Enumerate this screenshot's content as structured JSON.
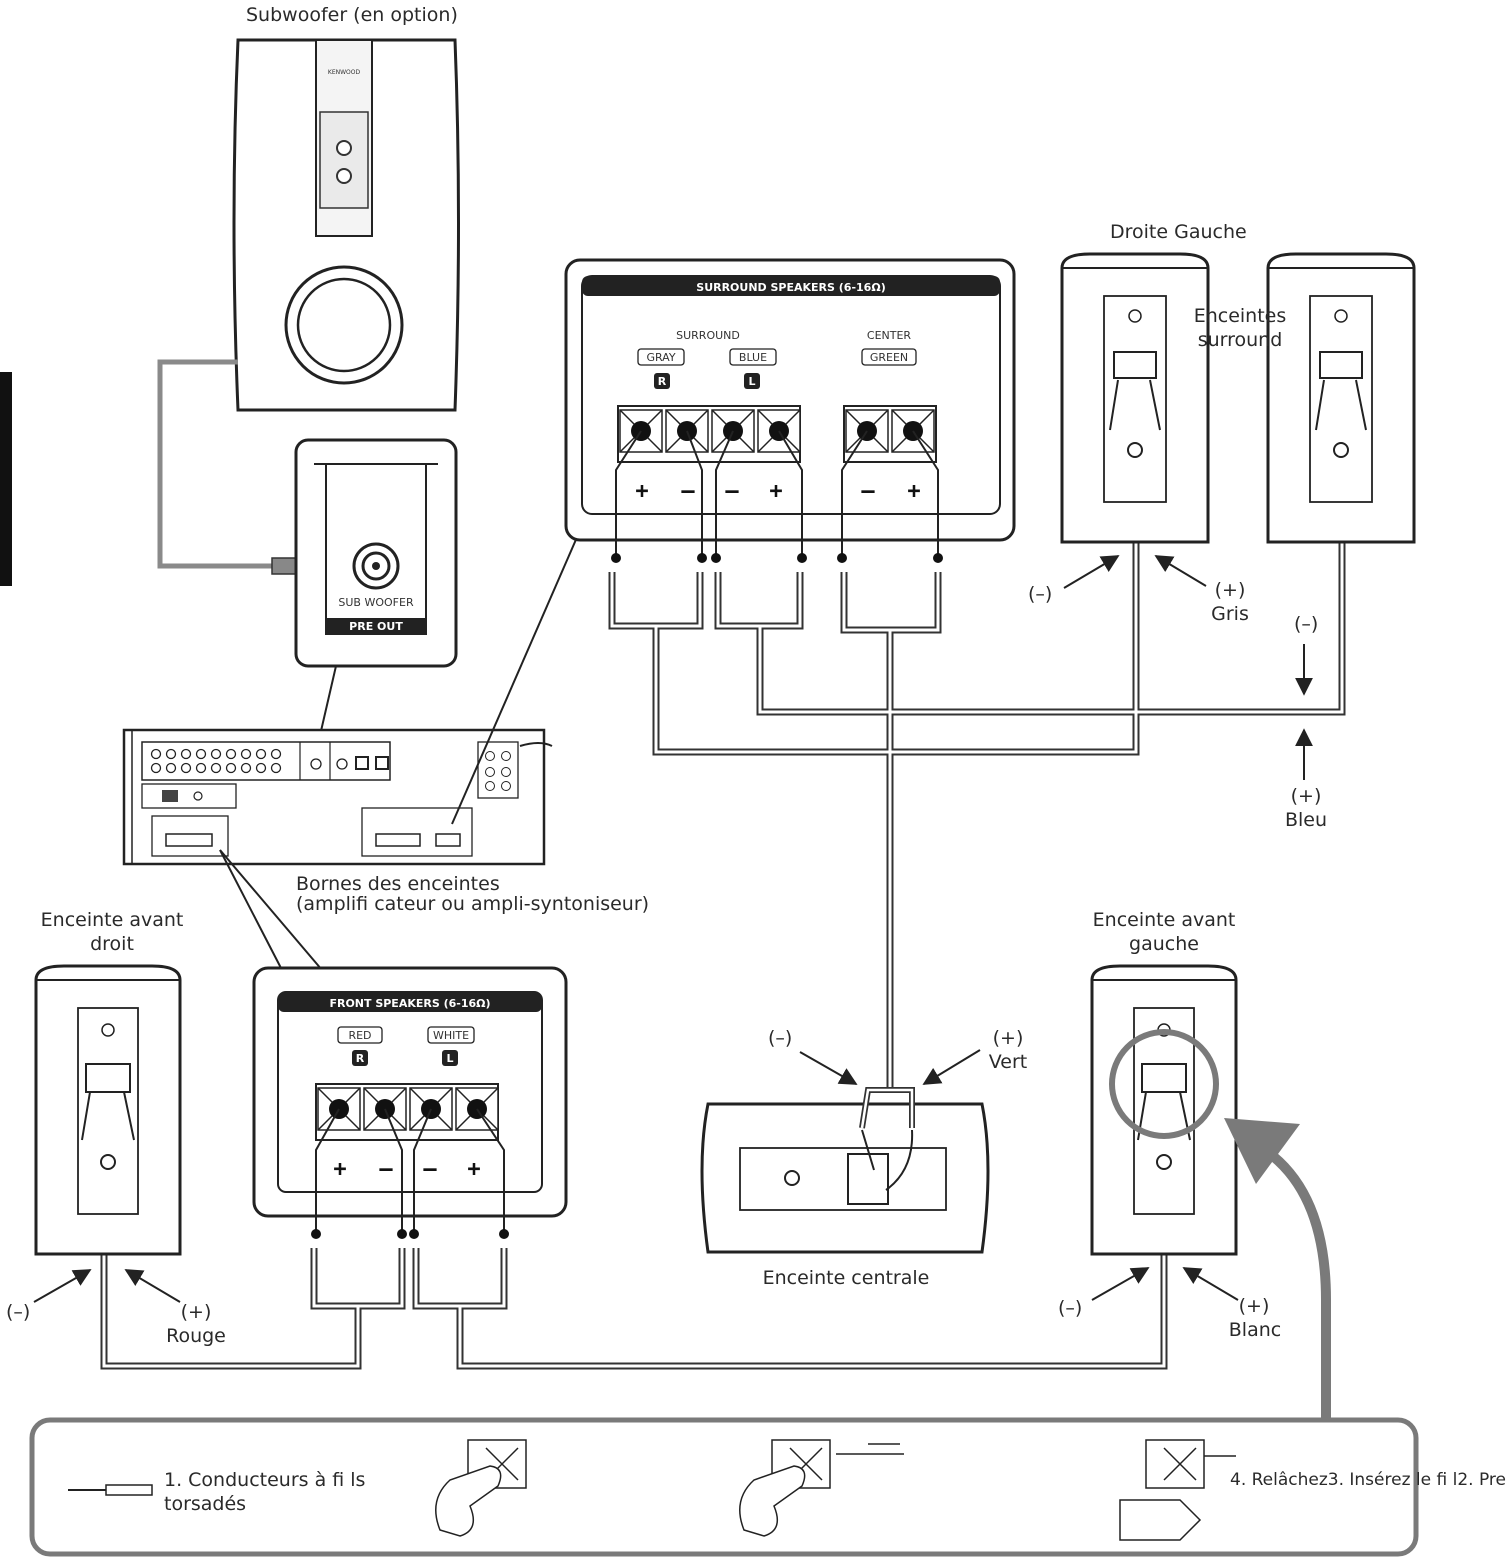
{
  "labels": {
    "subwoofer": "Subwoofer (en option)",
    "droite_gauche": "Droite Gauche",
    "surround_speakers": "Enceintes\nsurround",
    "minus": "(–)",
    "plus": "(+)",
    "gris": "Gris",
    "bleu": "Bleu",
    "rouge": "Rouge",
    "vert": "Vert",
    "blanc": "Blanc",
    "terminals_title": "Bornes des enceintes",
    "terminals_sub": "(amplifi cateur ou ampli-syntoniseur)",
    "front_right": "Enceinte avant\ndroit",
    "front_left": "Enceinte avant\ngauche",
    "center": "Enceinte centrale"
  },
  "panels": {
    "surround": {
      "title": "SURROUND SPEAKERS (6-16Ω)",
      "group1": "SURROUND",
      "group2": "CENTER",
      "gray": "GRAY",
      "blue": "BLUE",
      "green": "GREEN",
      "r": "R",
      "l": "L"
    },
    "front": {
      "title": "FRONT SPEAKERS (6-16Ω)",
      "red": "RED",
      "white": "WHITE",
      "r": "R",
      "l": "L"
    },
    "sub": {
      "jack": "SUB WOOFER",
      "out": "PRE OUT"
    }
  },
  "subwoofer_brand": "KENWOOD",
  "signs": {
    "plus": "+",
    "minus": "–"
  },
  "steps": {
    "step1": "1. Conducteurs à fi ls\ntorsadés",
    "step_tail": "4. Relâchez3.  Insérez le fi l2. Pre"
  },
  "colors": {
    "line": "#222222",
    "gray_wire": "#8a8a8a",
    "arrow_gray": "#7a7a7a"
  }
}
